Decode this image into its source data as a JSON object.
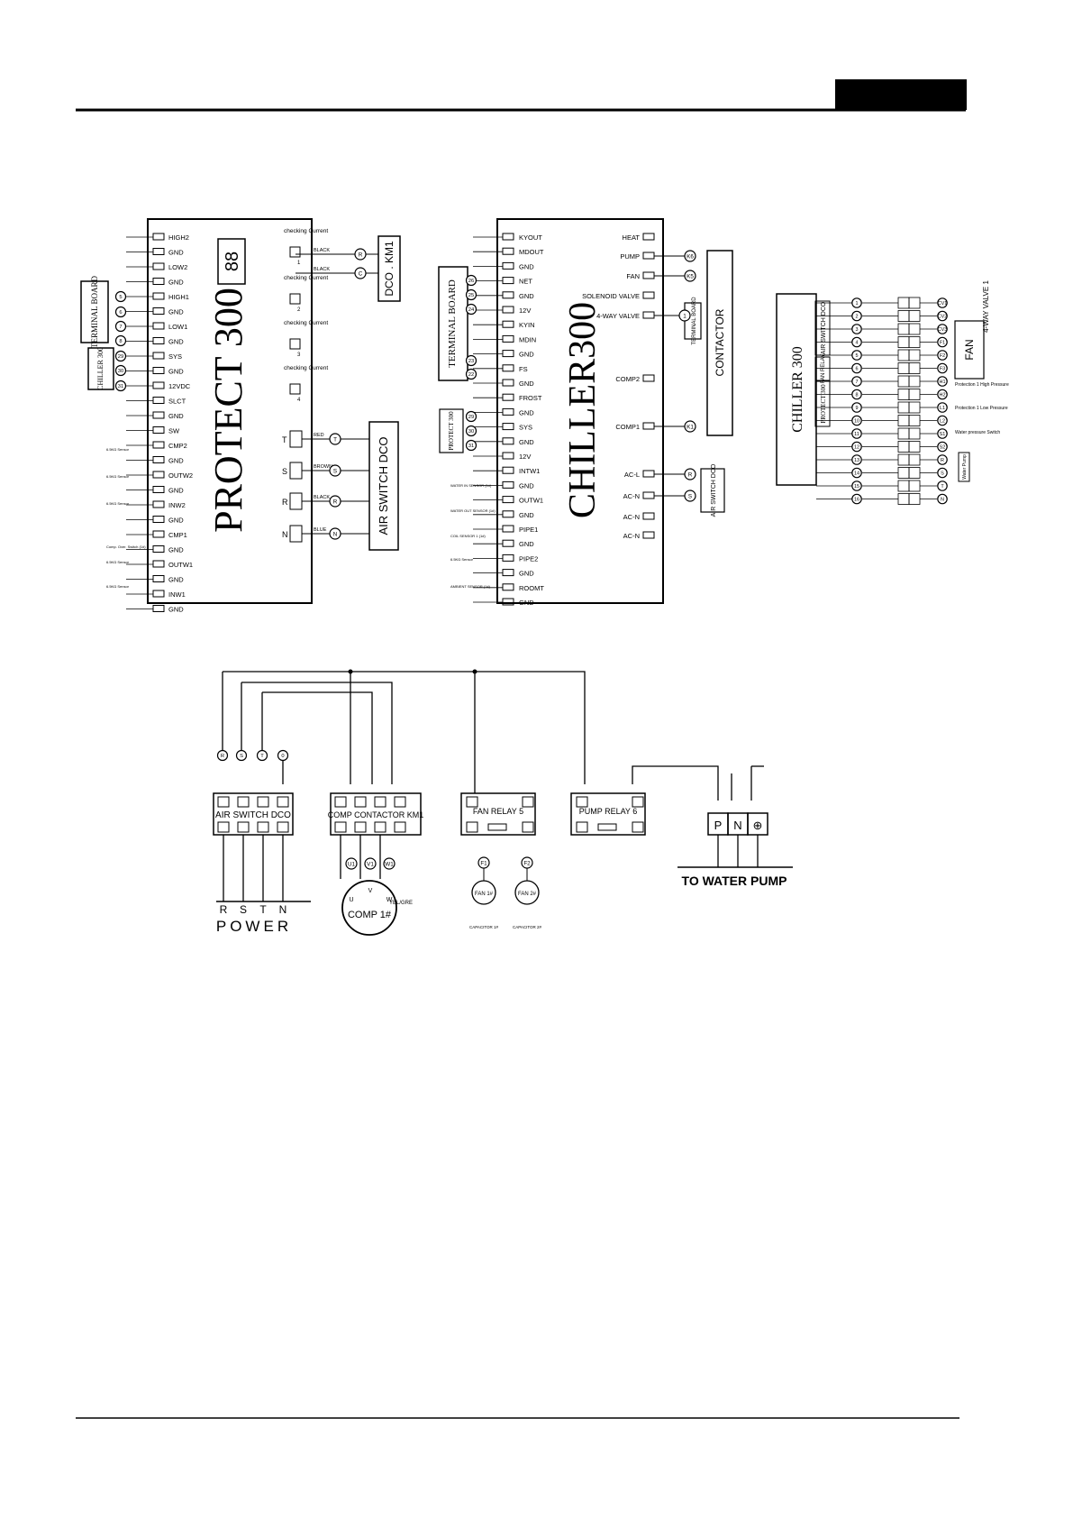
{
  "protect": {
    "title": "PROTECT 300",
    "display": "88",
    "terminals": [
      "HIGH2",
      "GND",
      "LOW2",
      "GND",
      "HIGH1",
      "GND",
      "LOW1",
      "GND",
      "SYS",
      "GND",
      "12VDC",
      "SLCT",
      "GND",
      "SW",
      "CMP2",
      "GND",
      "OUTW2",
      "GND",
      "INW2",
      "GND",
      "CMP1",
      "GND",
      "OUTW1",
      "GND",
      "INW1",
      "GND"
    ],
    "checking": [
      "checking Current",
      "checking Current",
      "checking Current",
      "checking Current"
    ],
    "checking_nums": [
      "1",
      "2",
      "3",
      "4"
    ],
    "phases": [
      "T",
      "S",
      "R",
      "N"
    ],
    "phase_wires": [
      "RED",
      "BROWN",
      "BLACK",
      "BLUE"
    ],
    "kmi_wires": [
      "BLACK",
      "BLACK"
    ],
    "kmi_circles": [
      "R",
      "C"
    ],
    "dco_km1": "DCO . KM1",
    "air_switch": "AIR SWITCH DCO",
    "terminal_board": "TERMINAL BOARD",
    "chiller_box": "CHILLER 300",
    "tb_nums": [
      "5",
      "6",
      "7",
      "8"
    ],
    "ch_nums": [
      "29",
      "30",
      "31"
    ],
    "sensor_labels": [
      "6.5KΩ Sensor",
      "6.5KΩ Sensor",
      "6.5KΩ Sensor",
      "Comp. Over. Switch (1#)",
      "6.5KΩ Sensor",
      "6.5KΩ Sensor"
    ]
  },
  "chiller": {
    "title": "CHILLER300",
    "left_terminals": [
      "KYOUT",
      "MDOUT",
      "GND",
      "NET",
      "GND",
      "12V",
      "KYIN",
      "MDIN",
      "GND",
      "FS",
      "GND",
      "FROST",
      "GND",
      "SYS",
      "GND",
      "12V",
      "INTW1",
      "GND",
      "OUTW1",
      "GND",
      "PIPE1",
      "GND",
      "PIPE2",
      "GND",
      "ROOMT",
      "GND"
    ],
    "right_terminals": [
      "HEAT",
      "PUMP",
      "FAN",
      "SOLENOID VALVE",
      "4-WAY VALVE",
      "COMP2",
      "COMP1",
      "AC-L",
      "AC-N",
      "AC-N",
      "AC-N"
    ],
    "contactor": "CONTACTOR",
    "terminal_board": "TERMINAL BOARD",
    "terminal_board_small": "TERMINAL BOARD",
    "protect_box": "PROTECT 300",
    "air_switch": "AIR SWITCH DCO",
    "right_circles": [
      "K6",
      "K5",
      "1",
      "K1",
      "R",
      "S"
    ],
    "left_circles": [
      "26",
      "25",
      "24",
      "23",
      "22",
      "29",
      "30",
      "31"
    ],
    "sensor_labels": [
      "WATER IN SENSOR (1#)",
      "WATER OUT SENSOR (1#)",
      "COIL SENSOR 1 (1#)",
      "6.5KΩ Sensor",
      "AMBIENT SENSOR (1#)"
    ]
  },
  "terminal_board": {
    "chiller_label": "CHILLER 300",
    "air_switch": "AIR SWITCH DCO",
    "fan_relay": "FAN RELAY",
    "protect": "PROTECT 300",
    "fan": "FAN",
    "valve": "4-WAY VALVE 1",
    "protection_high": "Protection 1 High Pressure",
    "protection_low": "Protection 1 Low Pressure",
    "water_switch": "Water pressure Switch",
    "pump_box": "Water Pump",
    "right_circles": [
      "CV1",
      "CV2",
      "CV3",
      "F1",
      "F2",
      "F3",
      "H1",
      "H2",
      "L1",
      "L2",
      "S1",
      "S2",
      "R",
      "S",
      "T",
      "N"
    ]
  },
  "power": {
    "air_switch": "AIR SWITCH DCO",
    "contactor": "COMP CONTACTOR KM1",
    "fan_relay": "FAN RELAY 5",
    "pump_relay": "PUMP RELAY 6",
    "water_pump": "TO WATER PUMP",
    "comp": "COMP 1#",
    "power_phases": [
      "R",
      "S",
      "T",
      "N"
    ],
    "power_label": "POWER",
    "phase_circles": [
      "R",
      "S",
      "T",
      "0"
    ],
    "pump_terminals": [
      "P",
      "N",
      "⊕"
    ],
    "comp_circles": [
      "U1",
      "V1",
      "W1"
    ],
    "fan_circles": [
      "F1",
      "F2"
    ],
    "fan_motor": [
      "FAN 1#",
      "FAN 2#"
    ],
    "capacitor": [
      "CAPACITOR 1#",
      "CAPACITOR 2#"
    ],
    "comp_uvw": [
      "U",
      "V",
      "W"
    ],
    "yel_gre": "YEL/GRE"
  }
}
